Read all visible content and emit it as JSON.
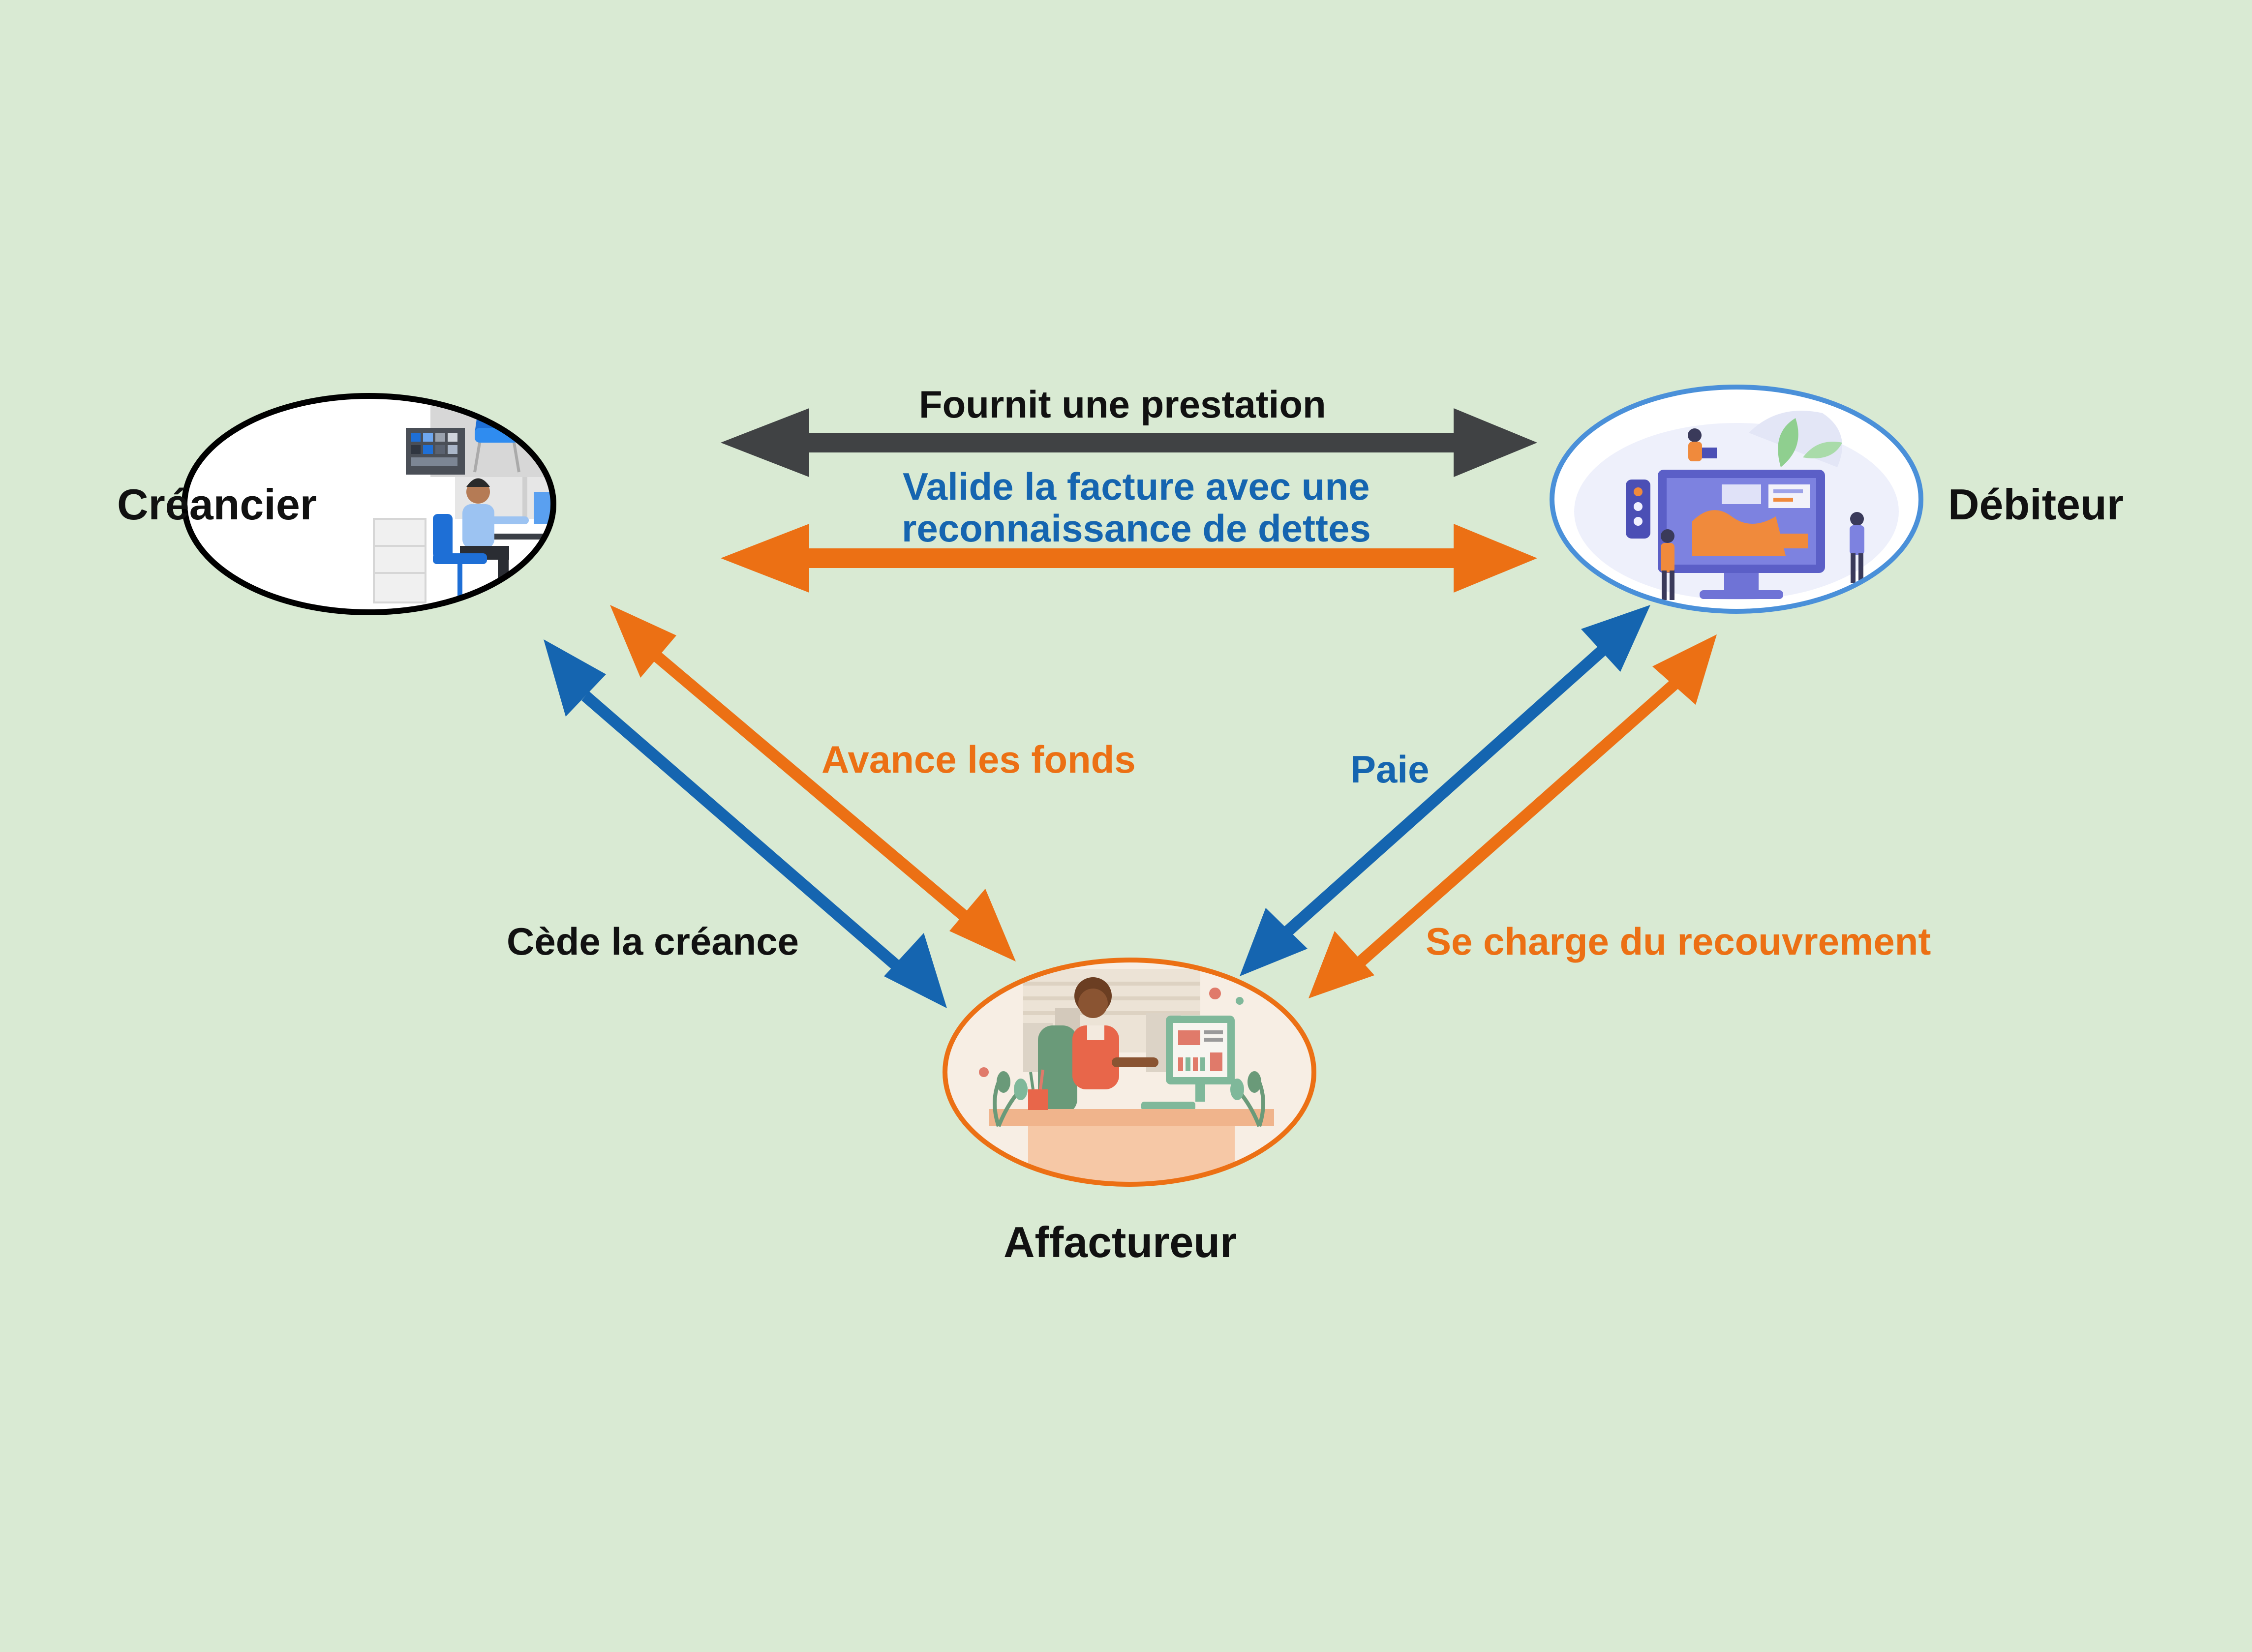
{
  "colors": {
    "background": "#d9ead3",
    "dark_arrow": "#404244",
    "orange": "#ec7014",
    "blue": "#1565b0",
    "black": "#111111",
    "debiteur_ring": "#4a90d9",
    "affactureur_ring": "#ec7014",
    "creancier_ring": "#000000"
  },
  "actors": {
    "creancier": {
      "label": "Créancier",
      "illustration": "person-working-at-computer-desk"
    },
    "debiteur": {
      "label": "Débiteur",
      "illustration": "team-working-on-large-screen"
    },
    "affactureur": {
      "label": "Affactureur",
      "illustration": "woman-typing-at-computer"
    }
  },
  "flows": {
    "prestation": {
      "label": "Fournit une prestation",
      "color": "#111111"
    },
    "valide": {
      "line1": "Valide la facture avec une",
      "line2": "reconnaissance de dettes",
      "color": "#1565b0"
    },
    "avance": {
      "label": "Avance les fonds",
      "color": "#ec7014"
    },
    "cede": {
      "label": "Cède la créance",
      "color": "#111111"
    },
    "paie": {
      "label": "Paie",
      "color": "#1565b0"
    },
    "recouvrement": {
      "label": "Se charge du recouvrement",
      "color": "#ec7014"
    }
  }
}
